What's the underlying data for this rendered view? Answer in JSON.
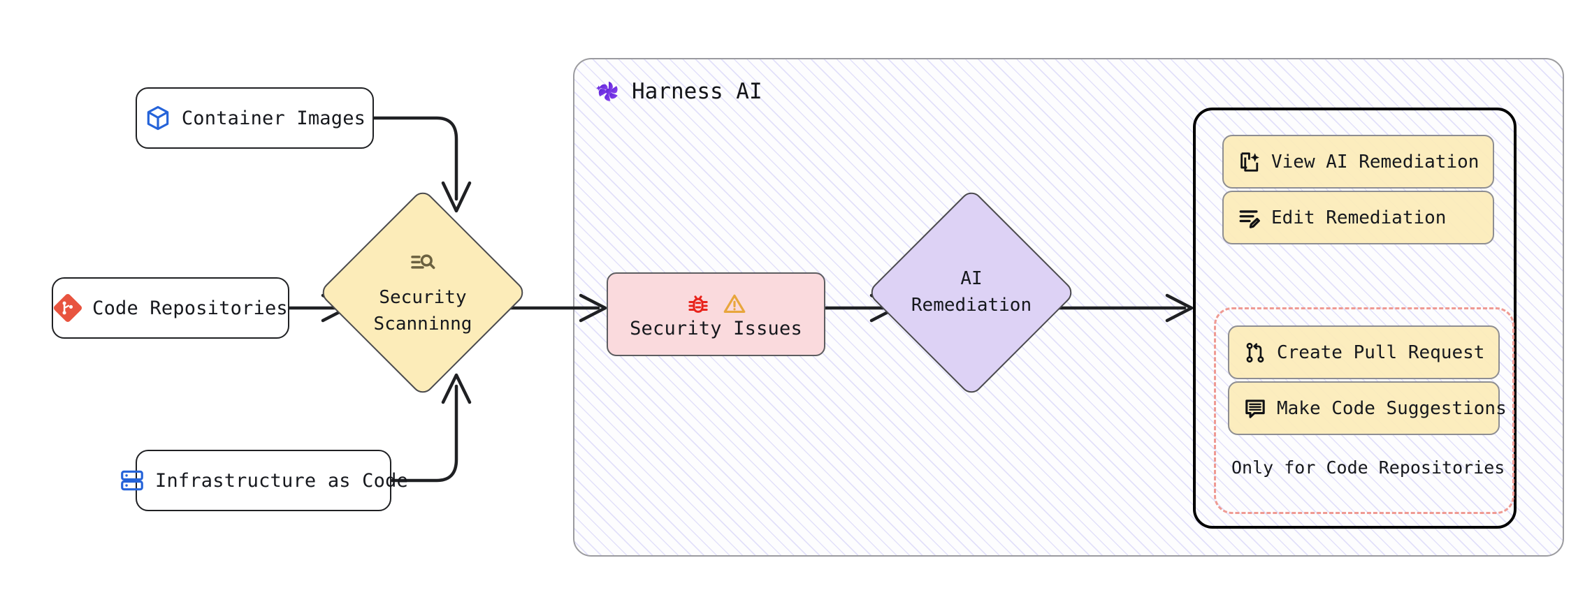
{
  "diagram": {
    "type": "flowchart",
    "title": "Harness AI security scanning and remediation flow",
    "colors": {
      "yellow_fill": "#fcecb9",
      "purple_fill": "#ddd2f5",
      "pink_fill": "#fadadd",
      "hatch_stripe": "#786beb",
      "dashed_border": "#ef9a93",
      "panel_border": "#000000",
      "container_border": "#9b9b9f",
      "node_border": "#1f2023",
      "git_icon": "#e8543f",
      "blue_icon": "#2563d9",
      "bug_icon": "#e8231b",
      "warning_icon": "#e8a63c",
      "harness_logo": "#6d28e0"
    }
  },
  "sources": [
    {
      "id": "container-images",
      "label": "Container Images",
      "icon": "cube-icon"
    },
    {
      "id": "code-repositories",
      "label": "Code Repositories",
      "icon": "git-icon"
    },
    {
      "id": "infrastructure-as-code",
      "label": "Infrastructure as Code",
      "icon": "server-stack-icon"
    }
  ],
  "process": {
    "security_scanning": {
      "label_line1": "Security",
      "label_line2": "Scanninng",
      "icon": "scan-search-icon"
    },
    "security_issues": {
      "label": "Security Issues",
      "icons": [
        "bug-icon",
        "warning-triangle-icon"
      ]
    },
    "ai_remediation": {
      "label_line1": "AI",
      "label_line2": "Remediation"
    }
  },
  "harness": {
    "title": "Harness AI",
    "logo": "harness-logo-icon"
  },
  "actions": {
    "items": [
      {
        "id": "view-ai-remediation",
        "label": "View AI Remediation",
        "icon": "document-sparkle-icon"
      },
      {
        "id": "edit-remediation",
        "label": "Edit Remediation",
        "icon": "edit-pencil-icon"
      },
      {
        "id": "create-pull-request",
        "label": "Create Pull Request",
        "icon": "pull-request-icon"
      },
      {
        "id": "make-code-suggestions",
        "label": "Make Code Suggestions",
        "icon": "comment-lines-icon"
      }
    ],
    "caption": "Only for Code Repositories"
  }
}
